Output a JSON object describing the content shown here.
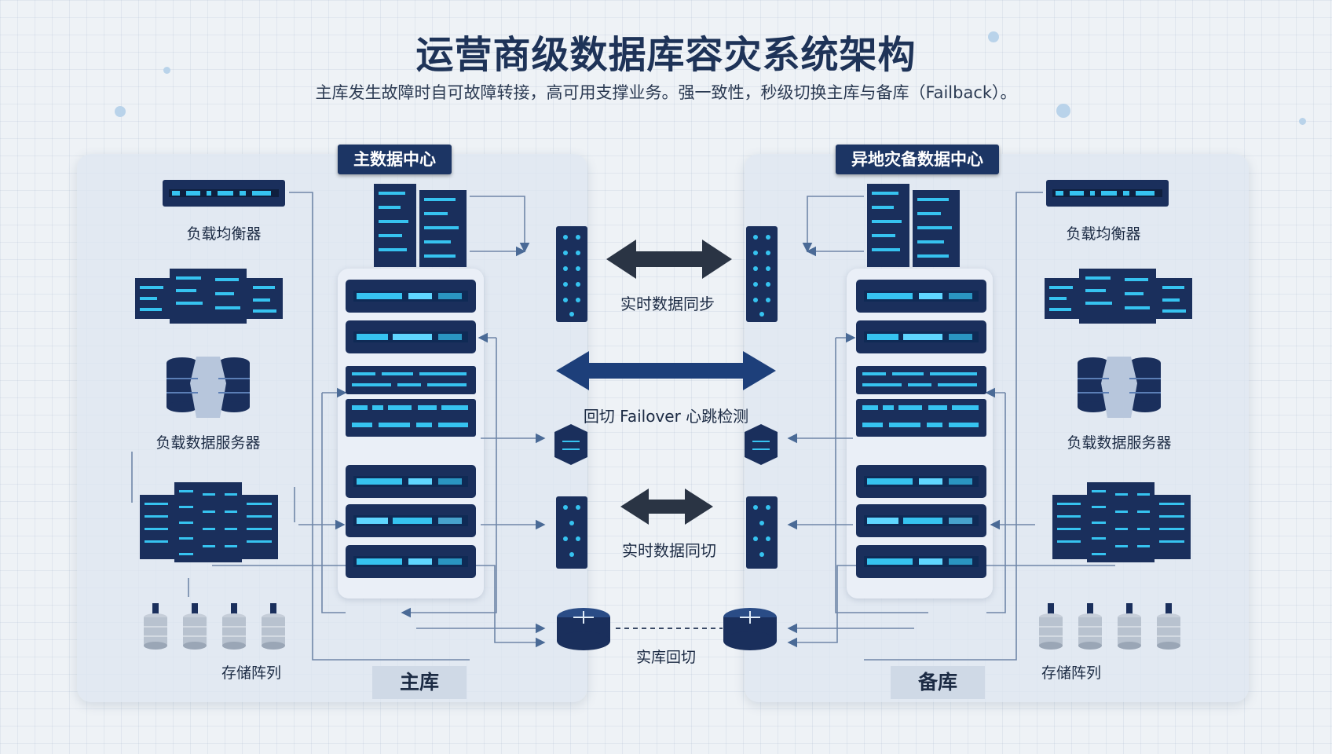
{
  "title": "运营商级数据库容灾系统架构",
  "subtitle": "主库发生故障时自可故障转接，高可用支撑业务。强一致性，秒级切换主库与备库（Failback）。",
  "main_dc": {
    "header": "主数据中心",
    "footer": "主库",
    "labels": {
      "load_balancer": "负载均衡器",
      "db_server": "负载数据服务器",
      "storage": "存储阵列"
    }
  },
  "backup_dc": {
    "header": "异地灾备数据中心",
    "footer": "备库",
    "labels": {
      "load_balancer": "负载均衡器",
      "db_server": "负载数据服务器",
      "storage": "存储阵列"
    }
  },
  "links": {
    "sync_top": "实时数据同步",
    "failover": "回切 Failover 心跳检测",
    "sync_bottom": "实时数据同切",
    "replication": "实库回切"
  },
  "colors": {
    "header_bg": "#1c3564",
    "server_dark": "#1a2f5c",
    "server_glow": "#36c3f0",
    "arrow_dark": "#2a3444",
    "arrow_blue": "#1d3f7a"
  }
}
